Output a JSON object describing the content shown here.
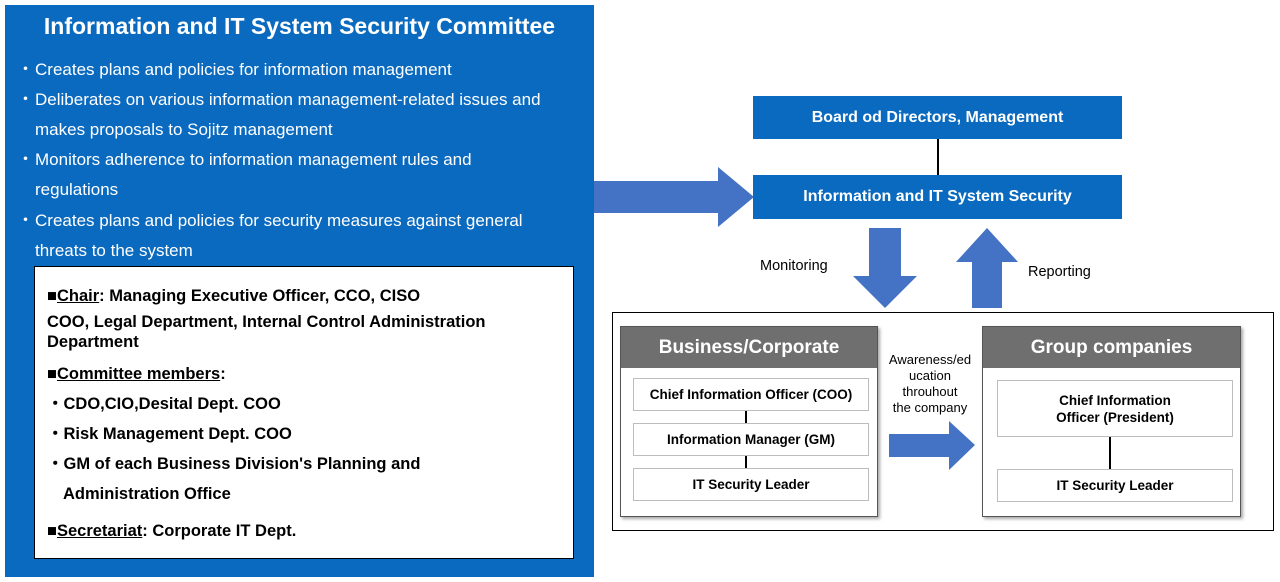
{
  "committee": {
    "title": "Information and IT System Security Committee",
    "duties": [
      {
        "line1": "Creates plans and policies for information management",
        "line2": ""
      },
      {
        "line1": "Deliberates on various information management-related issues and",
        "line2": "makes proposals to Sojitz management"
      },
      {
        "line1": "Monitors adherence to information management rules and",
        "line2": "regulations"
      },
      {
        "line1": "Creates plans and policies for security measures against general",
        "line2": "threats to the system"
      }
    ],
    "bullet": "・",
    "members": {
      "square": "■",
      "chair_label": "Chair",
      "chair_text": ": Managing Executive Officer, CCO, CISO",
      "chair_line2": "COO, Legal Department, Internal Control Administration",
      "chair_line3": "Department",
      "committee_label": "Committee members",
      "committee_colon": ":",
      "member_items": [
        "CDO,CIO,Desital Dept. COO",
        "Risk Management Dept. COO",
        "GM of each Business Division's Planning and"
      ],
      "member_item3_line2": "Administration Office",
      "secretariat_label": "Secretariat",
      "secretariat_text": ": Corporate IT Dept."
    }
  },
  "board": {
    "label": "Board od Directors, Management"
  },
  "security": {
    "label": "Information and IT System Security"
  },
  "labels": {
    "monitoring": "Monitoring",
    "reporting": "Reporting",
    "awareness_lines": [
      "Awareness/ed",
      "ucation",
      "throuhout",
      "the company"
    ]
  },
  "business": {
    "title": "Business/Corporate",
    "roles": [
      "Chief Information Officer (COO)",
      "Information Manager (GM)",
      "IT Security Leader"
    ]
  },
  "group": {
    "title": "Group companies",
    "roles": [
      "Chief Information Officer (President)",
      "IT Security Leader"
    ],
    "role1_lines": [
      "Chief Information",
      "Officer (President)"
    ]
  },
  "colors": {
    "blue": "#0A6ABF",
    "arrow": "#4472C4",
    "header_gray": "#6f6f6f"
  }
}
